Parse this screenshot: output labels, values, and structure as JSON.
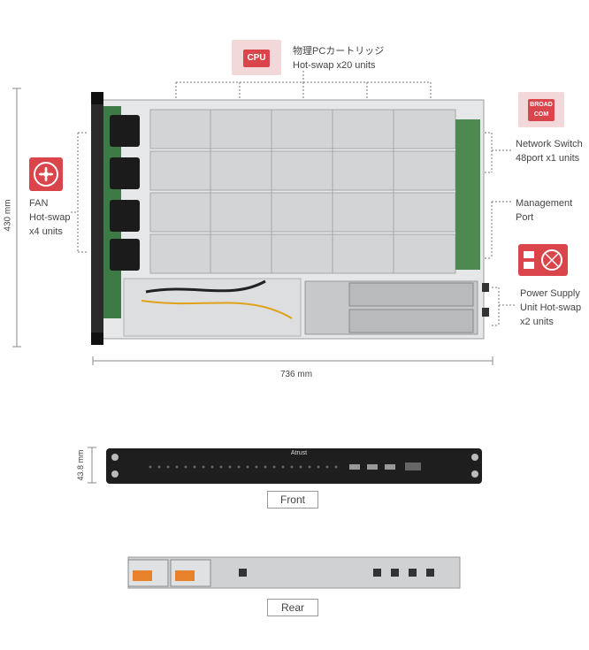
{
  "callouts": {
    "cpu": {
      "icon_label": "CPU",
      "text": "物理PCカートリッジ\nHot-swap x20 units"
    },
    "switch": {
      "icon_label": "BROAD\nCOM",
      "text": "Network Switch\n48port x1 units"
    },
    "mgmt": {
      "text": "Management\nPort"
    },
    "psu": {
      "text": "Power Supply\nUnit Hot-swap\nx2 units"
    },
    "fan": {
      "text": "FAN\nHot-swap\nx4 units"
    }
  },
  "dimensions": {
    "height": "430 mm",
    "width": "736 mm",
    "front_height": "43.8 mm"
  },
  "front": {
    "label": "Front",
    "brand": "Atrust"
  },
  "rear": {
    "label": "Rear"
  },
  "colors": {
    "accent": "#d9454b",
    "chassis": "#d6d8da",
    "dark": "#1e1e1e"
  },
  "icons": [
    "cpu-chip-icon",
    "broadcom-chip-icon",
    "fan-icon",
    "power-supply-icon"
  ]
}
